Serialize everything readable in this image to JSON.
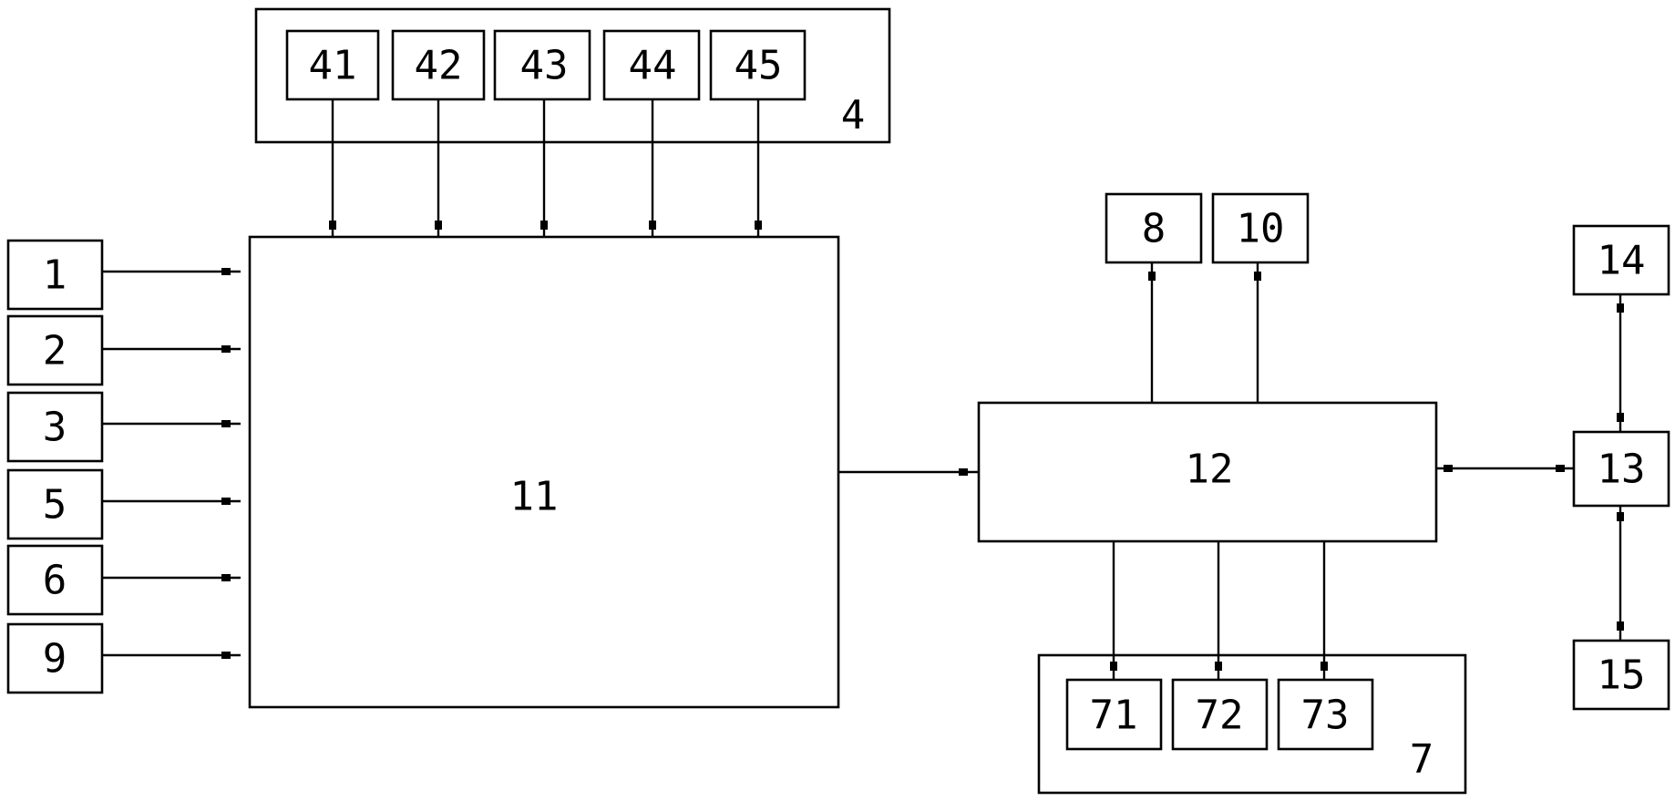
{
  "diagram": {
    "groups": {
      "g4": "4",
      "g7": "7"
    },
    "blocks": {
      "b1": "1",
      "b2": "2",
      "b3": "3",
      "b5": "5",
      "b6": "6",
      "b9": "9",
      "b41": "41",
      "b42": "42",
      "b43": "43",
      "b44": "44",
      "b45": "45",
      "b11": "11",
      "b12": "12",
      "b8": "8",
      "b10": "10",
      "b71": "71",
      "b72": "72",
      "b73": "73",
      "b13": "13",
      "b14": "14",
      "b15": "15"
    }
  }
}
